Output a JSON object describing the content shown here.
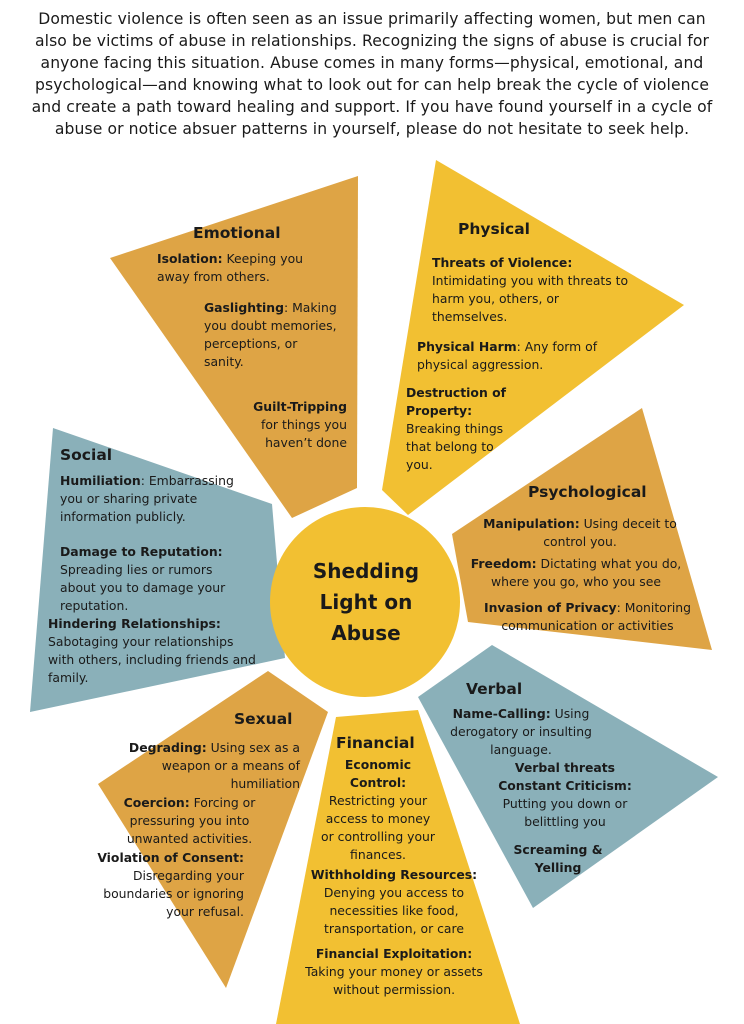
{
  "intro": "Domestic violence is often seen as an issue primarily affecting women, but men can also be victims of abuse in relationships. Recognizing the signs of abuse is crucial for anyone facing this situation. Abuse comes in many forms—physical, emotional, and psychological—and knowing what to look out for can help break the cycle of violence and create a path toward healing and support. If you have found yourself in a cycle of abuse or notice absuer patterns in yourself, please do not hesitate to seek help.",
  "center": {
    "line1": "Shedding",
    "line2": "Light on",
    "line3": "Abuse"
  },
  "colors": {
    "gold": "#f2c032",
    "orange": "#dea445",
    "teal": "#8ab0b9"
  },
  "emotional": {
    "title": "Emotional",
    "isolation_term": "Isolation:",
    "isolation_desc": " Keeping you away from others.",
    "gaslighting_term": "Gaslighting",
    "gaslighting_desc": ": Making you doubt memories, perceptions, or sanity.",
    "guilt_term": "Guilt-Tripping",
    "guilt_desc": " for things you haven’t done"
  },
  "physical": {
    "title": "Physical",
    "threats_term": "Threats of Violence:",
    "threats_desc": " Intimidating you with threats to harm you, others, or themselves.",
    "harm_term": "Physical Harm",
    "harm_desc": ": Any form of physical aggression.",
    "property_term": "Destruction of Property:",
    "property_desc": " Breaking things that belong to you."
  },
  "social": {
    "title": "Social",
    "humiliation_term": "Humiliation",
    "humiliation_desc": ": Embarrassing you or sharing private information publicly.",
    "reputation_term": "Damage to Reputation:",
    "reputation_desc": " Spreading lies or rumors about you to damage your reputation.",
    "hindering_term": "Hindering Relationships:",
    "hindering_desc": " Sabotaging your relationships with others, including friends and family."
  },
  "psychological": {
    "title": "Psychological",
    "manipulation_term": "Manipulation:",
    "manipulation_desc": " Using deceit to control you.",
    "freedom_term": "Freedom:",
    "freedom_desc": " Dictating what you do, where you go, who you see",
    "privacy_term": "Invasion of Privacy",
    "privacy_desc": ": Monitoring communication or activities"
  },
  "sexual": {
    "title": "Sexual",
    "degrading_term": "Degrading:",
    "degrading_desc": " Using sex as a weapon or a means of humiliation",
    "coercion_term": "Coercion:",
    "coercion_desc": " Forcing or pressuring you into unwanted activities.",
    "consent_term": "Violation of Consent:",
    "consent_desc": " Disregarding your boundaries or ignoring your refusal."
  },
  "financial": {
    "title": "Financial",
    "economic_term": "Economic Control:",
    "economic_desc": " Restricting your access to money or controlling your finances.",
    "withholding_term": "Withholding Resources:",
    "withholding_desc": " Denying you access to necessities like food, transportation, or care",
    "exploitation_term": "Financial Exploitation:",
    "exploitation_desc": " Taking your money or assets without permission."
  },
  "verbal": {
    "title": "Verbal",
    "namecalling_term": "Name-Calling:",
    "namecalling_desc": " Using derogatory or insulting language.",
    "threats_term": "Verbal threats",
    "criticism_term": "Constant Criticism:",
    "criticism_desc": " Putting you down or belittling you",
    "screaming_term": "Screaming & Yelling"
  }
}
